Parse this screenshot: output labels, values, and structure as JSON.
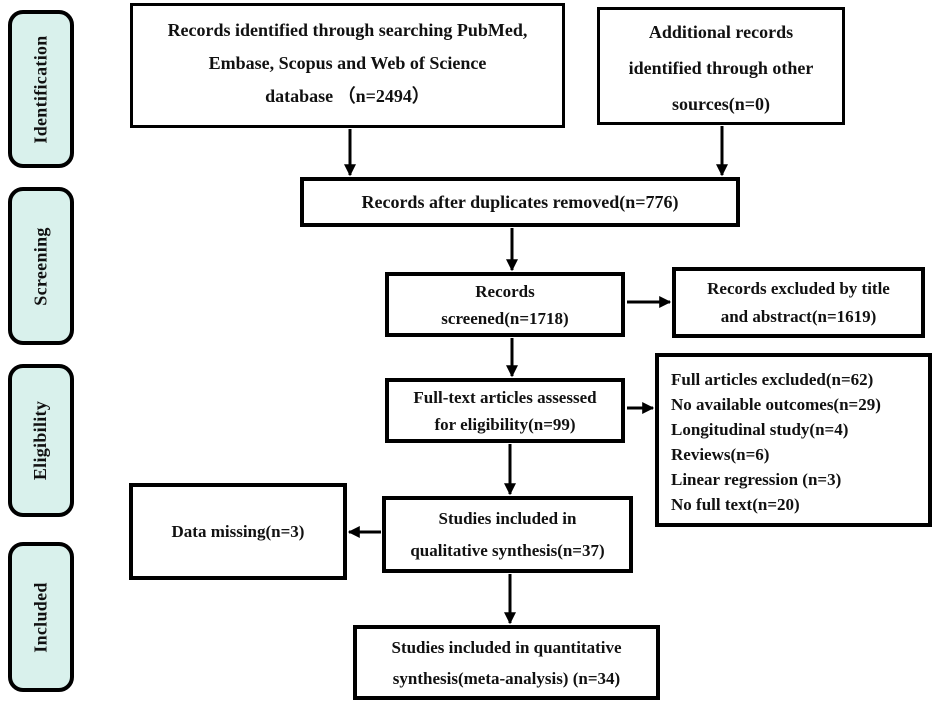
{
  "colors": {
    "stage_fill": "#d9f1ec",
    "line": "#000000",
    "background": "#ffffff"
  },
  "sidebar": {
    "items": [
      {
        "label": "Identification"
      },
      {
        "label": "Screening"
      },
      {
        "label": "Eligibility"
      },
      {
        "label": "Included"
      }
    ]
  },
  "boxes": {
    "identified": {
      "lines": [
        "Records identified through searching PubMed,",
        "Embase, Scopus and Web of Science",
        "database （n=2494）"
      ]
    },
    "additional": {
      "lines": [
        "Additional records",
        "identified through other",
        "sources(n=0)"
      ]
    },
    "duplicates": {
      "lines": [
        "Records after duplicates removed(n=776)"
      ]
    },
    "screened": {
      "lines": [
        "Records",
        "screened(n=1718)"
      ]
    },
    "excluded_title": {
      "lines": [
        "Records excluded by title",
        "and abstract(n=1619)"
      ]
    },
    "fulltext": {
      "lines": [
        "Full-text articles assessed",
        "for eligibility(n=99)"
      ]
    },
    "excluded_full": {
      "lines": [
        "Full articles excluded(n=62)",
        "No available outcomes(n=29)",
        "Longitudinal study(n=4)",
        "Reviews(n=6)",
        "Linear regression (n=3)",
        "No full text(n=20)"
      ]
    },
    "qualitative": {
      "lines": [
        "Studies included in",
        "qualitative synthesis(n=37)"
      ]
    },
    "data_missing": {
      "lines": [
        "Data missing(n=3)"
      ]
    },
    "quantitative": {
      "lines": [
        "Studies included in quantitative",
        "synthesis(meta-analysis) (n=34)"
      ]
    }
  }
}
